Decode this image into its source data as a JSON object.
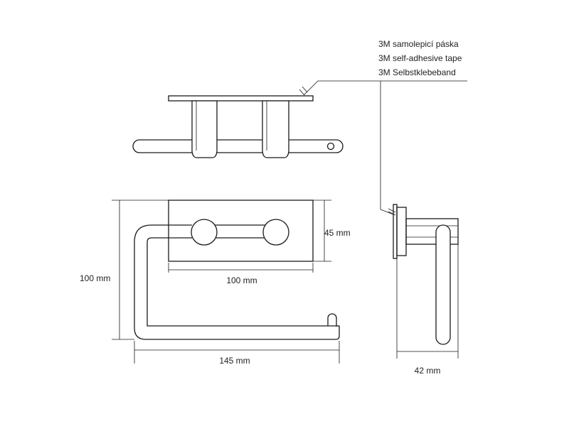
{
  "callout": {
    "lines": [
      "3M samolepicí páska",
      "3M self-adhesive tape",
      "3M Selbstklebeband"
    ]
  },
  "dimensions": {
    "plate_height": "45 mm",
    "plate_width": "100 mm",
    "total_height": "100 mm",
    "total_width": "145 mm",
    "depth": "42 mm"
  },
  "colors": {
    "line": "#1a1a1a",
    "text": "#222222",
    "background": "#ffffff"
  }
}
